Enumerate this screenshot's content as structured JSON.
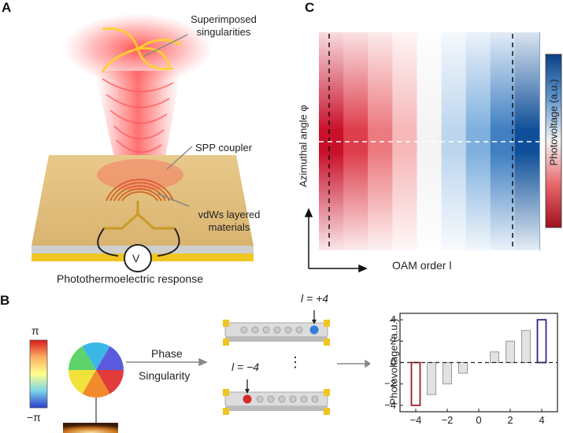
{
  "figure": {
    "panels": {
      "A": {
        "letter": "A",
        "labels": {
          "superimposed": [
            "Superimposed",
            "singularities"
          ],
          "spp_coupler": "SPP coupler",
          "vdws": [
            "vdWs layered",
            "materials"
          ],
          "voltmeter": "V",
          "response": "Photothermoelectric response"
        }
      },
      "B": {
        "letter": "B",
        "colorbar_top": "π",
        "colorbar_bottom": "−π",
        "arrow_top_label": "Phase",
        "arrow_bottom_label": "Singularity",
        "l_pos_label": "l = +4",
        "l_neg_label": "l = −4",
        "ellipsis": "⋮"
      },
      "C": {
        "letter": "C",
        "y_label": "Azimuthal angle φ",
        "x_label": "OAM order l",
        "colorbar_label": "Photovoltage (a.u.)"
      }
    }
  },
  "colors": {
    "gold": "#e9b421",
    "red": "#c81f2e",
    "blue": "#1f5faa",
    "dark_red": "#9e1b2b",
    "dark_blue": "#2a2a8a"
  },
  "chart_data": {
    "type": "bar",
    "x": [
      -4,
      -3,
      -2,
      -1,
      0,
      1,
      2,
      3,
      4
    ],
    "values": [
      -4,
      -3,
      -2,
      -1,
      0,
      1,
      2,
      3,
      4
    ],
    "xlabel": "",
    "ylabel": "Photovoltage (a.u.)",
    "xticks": [
      "−4",
      "−2",
      "0",
      "2",
      "4"
    ],
    "yticks": [
      "4",
      "2",
      "0",
      "−2",
      "−4"
    ],
    "xlim": [
      -5,
      5
    ],
    "ylim": [
      -4.6,
      4.6
    ],
    "grid": false,
    "highlight": {
      "-4": "dark_red",
      "4": "dark_blue"
    },
    "zero_line": "dashed"
  }
}
